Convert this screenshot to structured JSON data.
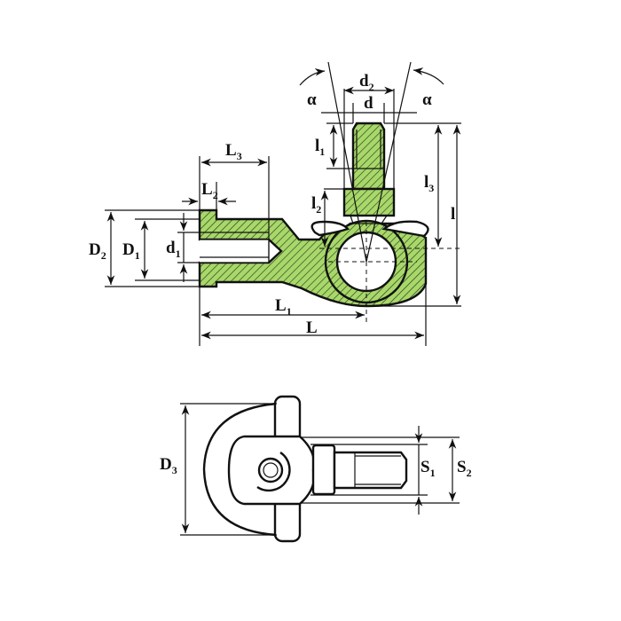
{
  "colors": {
    "fill": "#a8d86a",
    "hatch": "#2a3a1a",
    "line": "#111111"
  },
  "side_view": {
    "labels": {
      "alpha_left": {
        "main": "α",
        "sub": ""
      },
      "d2": {
        "main": "d",
        "sub": "2"
      },
      "d": {
        "main": "d",
        "sub": ""
      },
      "alpha_right": {
        "main": "α",
        "sub": ""
      },
      "l1": {
        "main": "l",
        "sub": "1"
      },
      "l3": {
        "main": "l",
        "sub": "3"
      },
      "l": {
        "main": "l",
        "sub": ""
      },
      "L3": {
        "main": "L",
        "sub": "3"
      },
      "L2": {
        "main": "L",
        "sub": "2"
      },
      "l2": {
        "main": "l",
        "sub": "2"
      },
      "D2": {
        "main": "D",
        "sub": "2"
      },
      "D1": {
        "main": "D",
        "sub": "1"
      },
      "d1": {
        "main": "d",
        "sub": "1"
      },
      "L1": {
        "main": "L",
        "sub": "1"
      },
      "L": {
        "main": "L",
        "sub": ""
      }
    }
  },
  "top_view": {
    "labels": {
      "D3": {
        "main": "D",
        "sub": "3"
      },
      "S1": {
        "main": "S",
        "sub": "1"
      },
      "S2": {
        "main": "S",
        "sub": "2"
      }
    }
  }
}
